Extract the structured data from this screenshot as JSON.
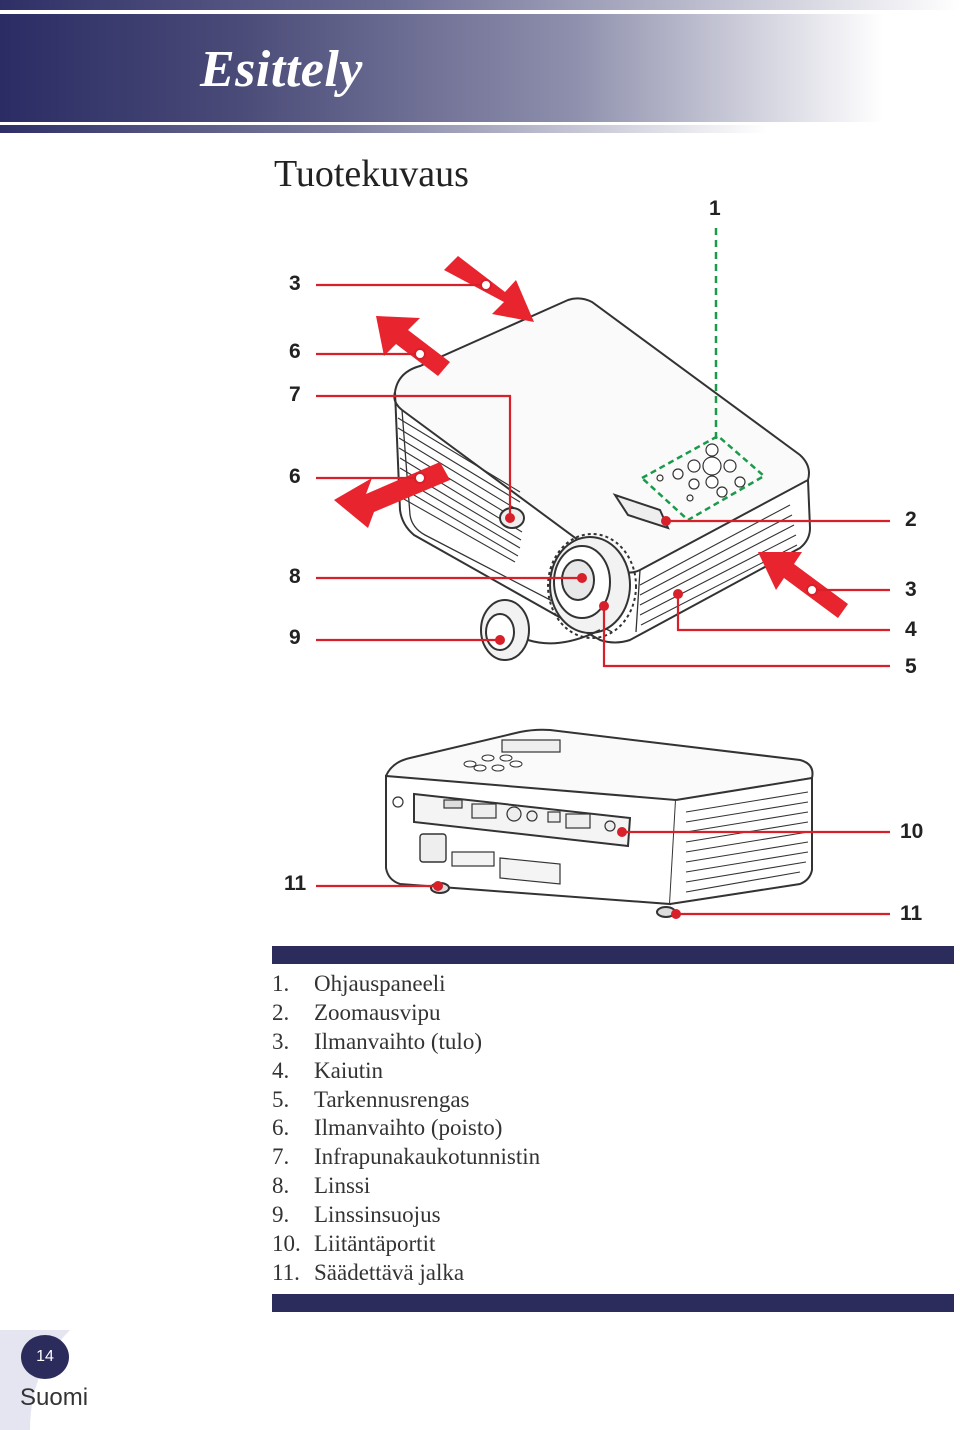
{
  "header": {
    "title": "Esittely"
  },
  "section": {
    "title": "Tuotekuvaus"
  },
  "callouts": {
    "top_1": "1",
    "left_3": "3",
    "left_6a": "6",
    "left_7": "7",
    "left_6b": "6",
    "left_8": "8",
    "left_9": "9",
    "right_2": "2",
    "right_3": "3",
    "right_4": "4",
    "right_5": "5",
    "right_10": "10",
    "left_11": "11",
    "right_11": "11"
  },
  "legend": [
    {
      "num": "1.",
      "label": "Ohjauspaneeli"
    },
    {
      "num": "2.",
      "label": "Zoomausvipu"
    },
    {
      "num": "3.",
      "label": "Ilmanvaihto (tulo)"
    },
    {
      "num": "4.",
      "label": "Kaiutin"
    },
    {
      "num": "5.",
      "label": "Tarkennusrengas"
    },
    {
      "num": "6.",
      "label": "Ilmanvaihto (poisto)"
    },
    {
      "num": "7.",
      "label": "Infrapunakaukotunnistin"
    },
    {
      "num": "8.",
      "label": "Linssi"
    },
    {
      "num": "9.",
      "label": "Linssinsuojus"
    },
    {
      "num": "10.",
      "label": "Liitäntäportit"
    },
    {
      "num": "11.",
      "label": "Säädettävä jalka"
    }
  ],
  "footer": {
    "page_number": "14",
    "language": "Suomi"
  },
  "colors": {
    "navy": "#2b2c5c",
    "callout_red": "#d8202a",
    "arrow_red": "#e8242e",
    "panel_green": "#1a9a4a"
  }
}
